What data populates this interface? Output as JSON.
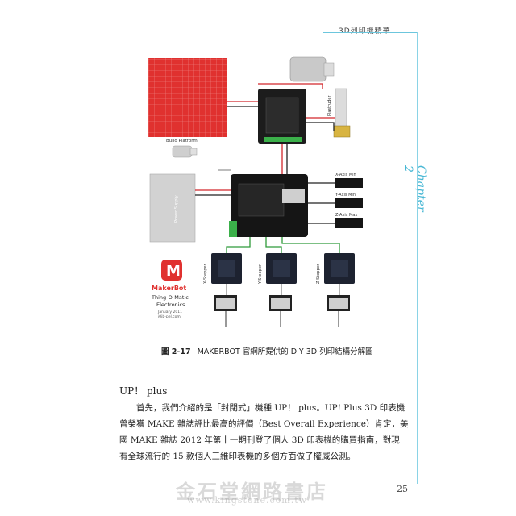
{
  "header": {
    "running_title": "3D列印機精華"
  },
  "chapter_tab": "Chapter 2",
  "figure": {
    "build_platform_label": "Build Platform",
    "plastruder_label": "Plastruder",
    "power_supply_label": "Power Supply",
    "x_axis_min": "X-Axis Min",
    "y_axis_min": "Y-Axis Min",
    "z_axis_max": "Z-Axis Max",
    "x_stepper": "X-Stepper",
    "y_stepper": "Y-Stepper",
    "z_stepper": "Z-Stepper",
    "logo_text": "MakerBot",
    "product_line1": "Thing-O-Matic",
    "product_line2": "Electronics",
    "date_line": "January 2011",
    "credit_line": "i0jb-pel.com"
  },
  "caption": {
    "number": "圖 2-17",
    "text": "MAKERBOT 官網所提供的 DIY 3D 列印結構分解圖"
  },
  "section": {
    "title": "UP！ plus"
  },
  "paragraph_lines": [
    "　　首先，我們介紹的是「封閉式」機種 UP！ plus。UP! Plus 3D 印表機",
    "曾榮獲 MAKE 雜誌評比最高的評價（Best Overall Experience）肯定，美",
    "國 MAKE 雜誌 2012 年第十一期刊登了個人 3D 印表機的購買指南，對現",
    "有全球流行的 15 款個人三維印表機的多個方面做了權威公測。"
  ],
  "watermark": {
    "text": "金石堂網路書店",
    "url": "www.kingstone.com.tw"
  },
  "page_number": "25",
  "colors": {
    "accent": "#47b7d4",
    "platform_red": "#e0312f",
    "wire_green": "#2f9a3a",
    "wire_red": "#d2262b"
  }
}
